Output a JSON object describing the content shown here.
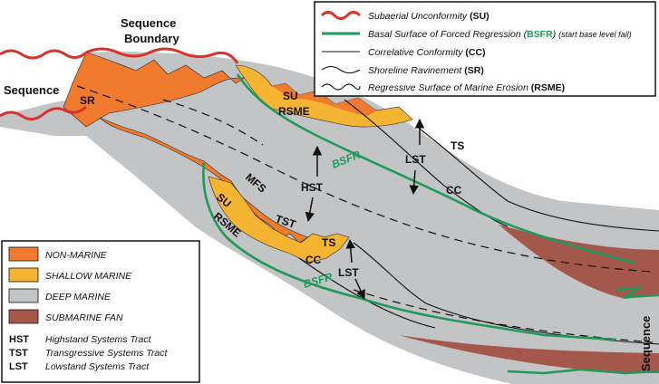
{
  "diagram": {
    "labels": {
      "sequence_boundary_line1": "Sequence",
      "sequence_boundary_line2": "Boundary",
      "sequence_left": "Sequence",
      "sequence_right": "Sequence",
      "sr": "SR",
      "su_upper": "SU",
      "rsme_upper": "RSME",
      "ts_upper": "TS",
      "lst_upper": "LST",
      "cc_upper": "CC",
      "bsfr_upper": "BSFR",
      "hst": "HST",
      "mfs": "MFS",
      "tst": "TST",
      "su_lower": "SU",
      "rsme_lower": "RSME",
      "ts_lower": "TS",
      "cc_lower": "CC",
      "lst_lower": "LST",
      "bsfr_lower": "BSFR"
    },
    "colors": {
      "non_marine": "#f07a2e",
      "shallow_marine": "#f6b433",
      "deep_marine": "#c3c4c6",
      "submarine_fan": "#a4584c",
      "unconformity": "#d9322b",
      "bsfr": "#1f9a5a"
    }
  },
  "surfaces_legend": {
    "su": {
      "text": "Subaerial Unconformity",
      "abbr": "(SU)"
    },
    "bsfr": {
      "text_pre": "Basal Surface of  Forced Regression",
      "abbr": "BSFR",
      "note": "(start base level fall)"
    },
    "cc": {
      "text": "Correlative Conformity",
      "abbr": "(CC)"
    },
    "sr": {
      "text": "Shoreline Ravinement",
      "abbr": "(SR)"
    },
    "rsme": {
      "text": "Regressive Surface of Marine Erosion",
      "abbr": "(RSME)"
    }
  },
  "facies_legend": {
    "non_marine": "NON-MARINE",
    "shallow_marine": "SHALLOW MARINE",
    "deep_marine": "DEEP MARINE",
    "submarine_fan": "SUBMARINE FAN"
  },
  "tracts_legend": [
    {
      "abbr": "HST",
      "name": "Highstand Systems Tract"
    },
    {
      "abbr": "TST",
      "name": "Transgressive Systems Tract"
    },
    {
      "abbr": "LST",
      "name": "Lowstand Systems Tract"
    }
  ]
}
